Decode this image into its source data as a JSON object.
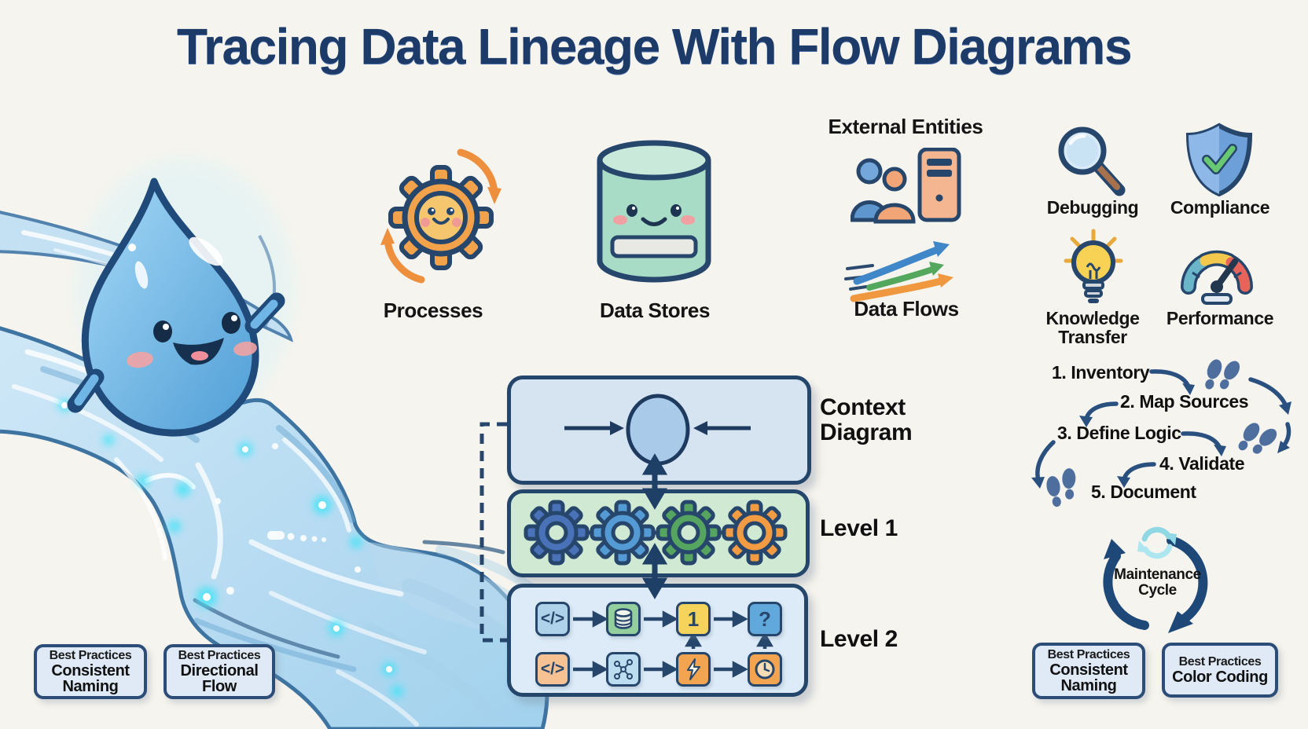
{
  "title": "Tracing Data Lineage With Flow Diagrams",
  "concepts": {
    "processes": "Processes",
    "data_stores": "Data Stores",
    "external_entities": "External Entities",
    "data_flows": "Data Flows"
  },
  "benefits": {
    "debugging": "Debugging",
    "compliance": "Compliance",
    "knowledge_transfer": [
      "Knowledge",
      "Transfer"
    ],
    "performance": "Performance"
  },
  "hierarchy": {
    "context": [
      "Context",
      "Diagram"
    ],
    "level1": "Level 1",
    "level2": "Level 2"
  },
  "level2_nodes": {
    "code_source": "</>",
    "step_one": "1",
    "unknown": "?",
    "code_target": "</>"
  },
  "process_steps": {
    "s1": "1. Inventory",
    "s2": "2. Map Sources",
    "s3": "3. Define Logic",
    "s4": "4. Validate",
    "s5": "5. Document"
  },
  "maintenance_cycle": [
    "Maintenance",
    "Cycle"
  ],
  "best_practices": {
    "kicker": "Best Practices",
    "bp1": [
      "Consistent",
      "Naming"
    ],
    "bp2": [
      "Directional",
      "Flow"
    ],
    "bp3": [
      "Consistent",
      "Naming"
    ],
    "bp4": "Color Coding"
  },
  "colors": {
    "background": "#f6f4ee",
    "title_navy": "#1d3b69",
    "outline_navy": "#26466b",
    "context_fill": "#d6e3f1",
    "level1_fill": "#cfe9d3",
    "level2_fill": "#dcebf7",
    "gear_orange": "#f2a24b",
    "store_teal": "#a9dcc6",
    "stream_blue": "#9fd0ee",
    "glow_cyan": "#45e4f7",
    "footprint_slate": "#4e6f9e"
  }
}
